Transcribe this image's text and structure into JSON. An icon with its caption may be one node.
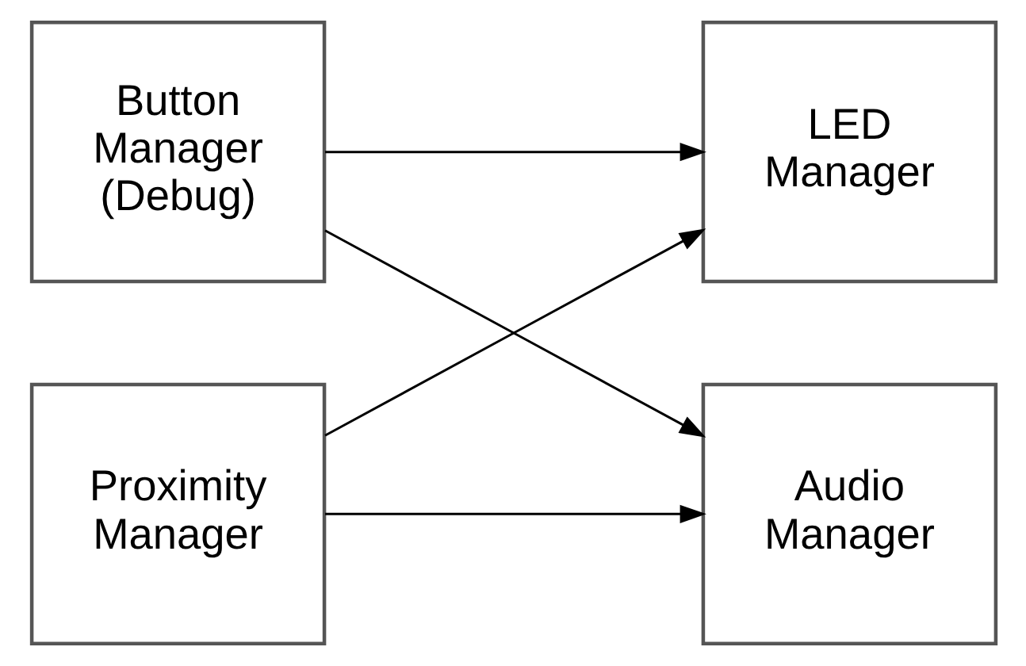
{
  "diagram": {
    "nodes": [
      {
        "text": [
          "Button Manager (Debug)"
        ]
      },
      {
        "text": [
          "LED Manager"
        ]
      },
      {
        "text": [
          "Proximity Manager"
        ]
      },
      {
        "text": [
          "Audio Manager"
        ]
      }
    ],
    "edges": [
      {
        "from": 0,
        "to": 1,
        "arrow": "to"
      },
      {
        "from": 0,
        "to": 3,
        "arrow": "to"
      },
      {
        "from": 2,
        "to": 1,
        "arrow": "to"
      },
      {
        "from": 2,
        "to": 3,
        "arrow": "to"
      }
    ]
  }
}
